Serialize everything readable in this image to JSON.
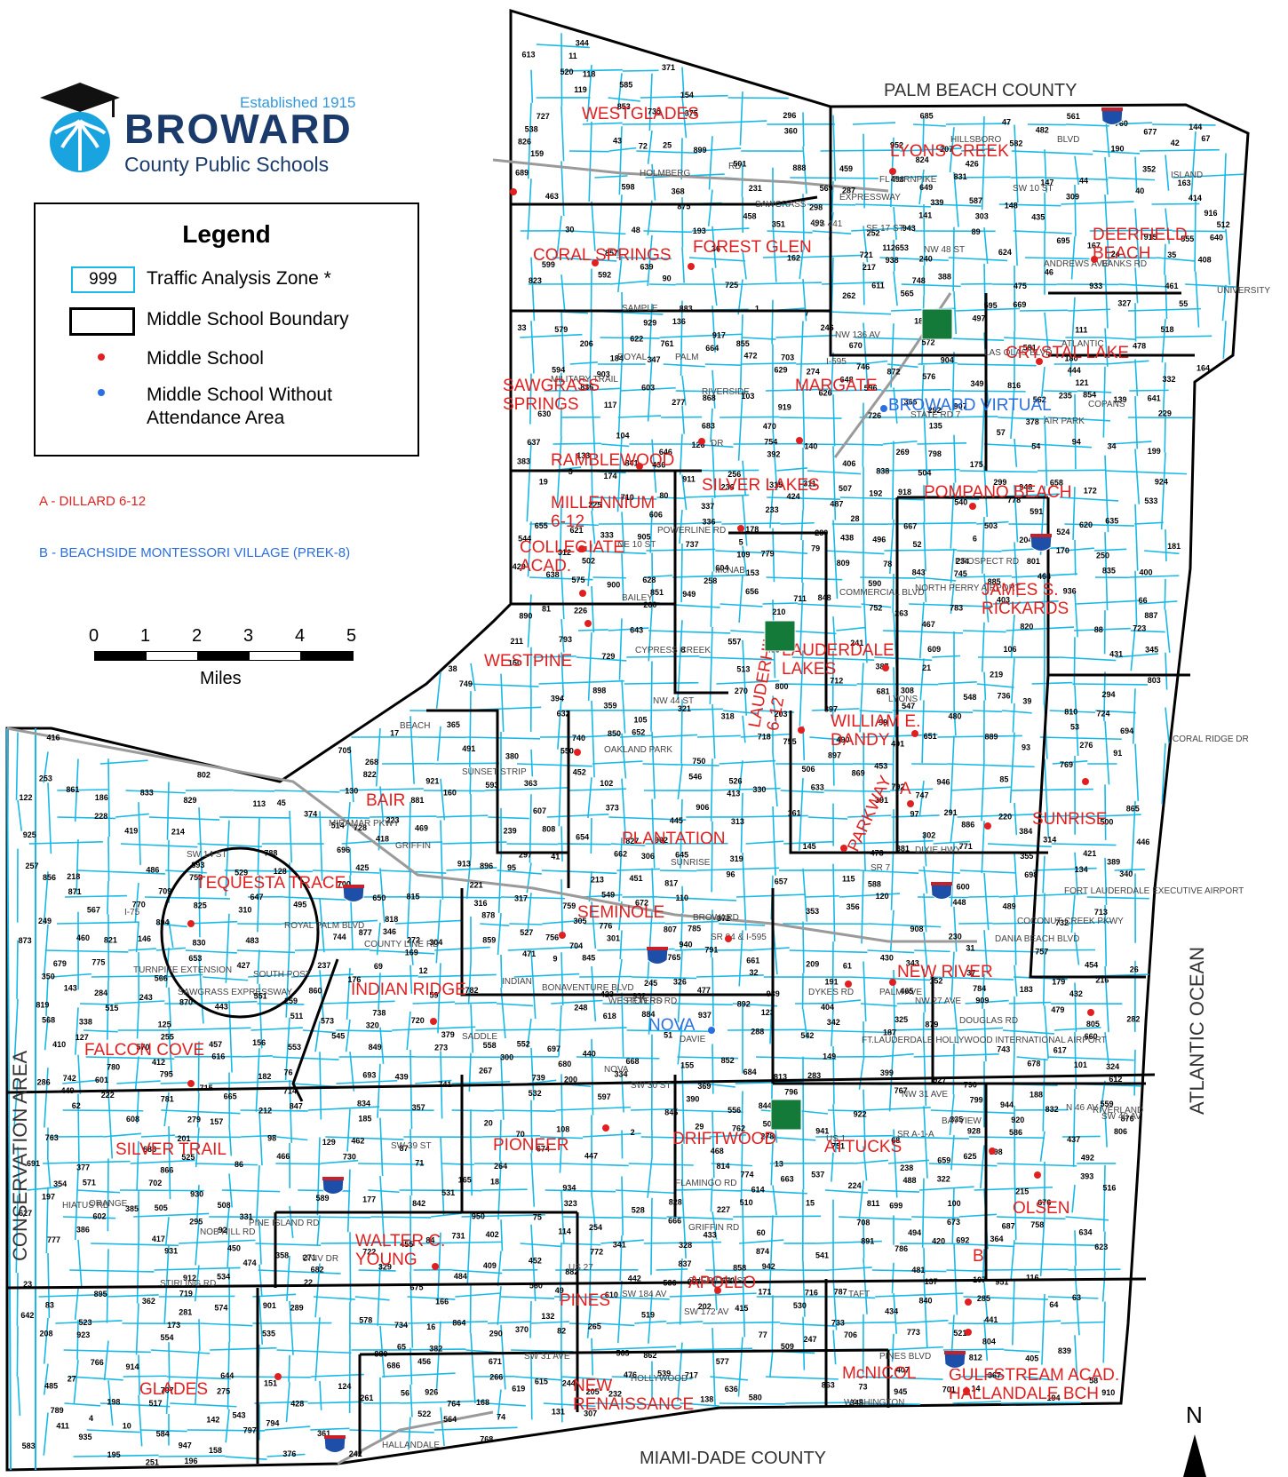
{
  "logo": {
    "established": "Established 1915",
    "name": "BROWARD",
    "subtitle": "County Public Schools",
    "emblem_icon": "apple-palm-graduation-cap-icon"
  },
  "legend": {
    "title": "Legend",
    "taz_sample": "999",
    "taz_label": "Traffic Analysis Zone *",
    "boundary_label": "Middle School Boundary",
    "school_label": "Middle School",
    "no_area_label": "Middle School Without Attendance Area"
  },
  "notes": {
    "a": "A - DILLARD 6-12",
    "b": "B - BEACHSIDE MONTESSORI VILLAGE (PREK-8)"
  },
  "scale": {
    "ticks": [
      "0",
      "1",
      "2",
      "3",
      "4",
      "5"
    ],
    "unit": "Miles"
  },
  "map_labels": {
    "palm_beach": "PALM BEACH COUNTY",
    "miami_dade": "MIAMI-DADE COUNTY",
    "atlantic": "ATLANTIC OCEAN",
    "conservation": "CONSERVATION AREA",
    "north": "N"
  },
  "colors": {
    "taz_line": "#19b8e6",
    "boundary": "#000000",
    "school_label": "#e02020",
    "school_dot": "#e02020",
    "no_area": "#2a6fe0",
    "road": "#9a9a9a",
    "logo_navy": "#1a3a6b"
  },
  "schools": [
    {
      "name": "WESTGLADES"
    },
    {
      "name": "LYONS CREEK"
    },
    {
      "name": "CORAL SPRINGS"
    },
    {
      "name": "FOREST GLEN"
    },
    {
      "name": "DEERFIELD BEACH"
    },
    {
      "name": "CRYSTAL LAKE"
    },
    {
      "name": "SAWGRASS SPRINGS"
    },
    {
      "name": "MARGATE"
    },
    {
      "name": "RAMBLEWOOD"
    },
    {
      "name": "POMPANO BEACH"
    },
    {
      "name": "SILVER LAKES"
    },
    {
      "name": "MILLENNIUM 6-12"
    },
    {
      "name": "COLLEGIATE ACAD."
    },
    {
      "name": "JAMES S. RICKARDS"
    },
    {
      "name": "LAUDERDALE LAKES"
    },
    {
      "name": "WESTPINE"
    },
    {
      "name": "WILLIAM E. DANDY"
    },
    {
      "name": "LAUDERHILL 6-12"
    },
    {
      "name": "BAIR"
    },
    {
      "name": "PLANTATION"
    },
    {
      "name": "SUNRISE"
    },
    {
      "name": "TEQUESTA TRACE"
    },
    {
      "name": "PARKWAY"
    },
    {
      "name": "SEMINOLE"
    },
    {
      "name": "INDIAN RIDGE"
    },
    {
      "name": "NEW RIVER"
    },
    {
      "name": "FALCON COVE"
    },
    {
      "name": "SILVER TRAIL"
    },
    {
      "name": "PIONEER"
    },
    {
      "name": "DRIFTWOOD"
    },
    {
      "name": "ATTUCKS"
    },
    {
      "name": "OLSEN"
    },
    {
      "name": "WALTER C. YOUNG"
    },
    {
      "name": "APOLLO"
    },
    {
      "name": "PINES"
    },
    {
      "name": "GLADES"
    },
    {
      "name": "NEW RENAISSANCE"
    },
    {
      "name": "McNICOL"
    },
    {
      "name": "GULFSTREAM ACAD. HALLANDALE BCH"
    },
    {
      "name": "A"
    },
    {
      "name": "B"
    }
  ],
  "no_area_schools": [
    {
      "name": "BROWARD VIRTUAL"
    },
    {
      "name": "NOVA"
    }
  ],
  "roads": [
    {
      "name": "HILLSBORO"
    },
    {
      "name": "BLVD"
    },
    {
      "name": "SW 10 ST"
    },
    {
      "name": "HOLMBERG"
    },
    {
      "name": "RD"
    },
    {
      "name": "SAWGRASS"
    },
    {
      "name": "EXPRESSWAY"
    },
    {
      "name": "NW 48 ST"
    },
    {
      "name": "SAMPLE"
    },
    {
      "name": "ROYAL"
    },
    {
      "name": "PALM"
    },
    {
      "name": "RIVERSIDE"
    },
    {
      "name": "DR"
    },
    {
      "name": "ATLANTIC"
    },
    {
      "name": "COPANS"
    },
    {
      "name": "AIR PARK"
    },
    {
      "name": "NE 10 ST"
    },
    {
      "name": "McNAB"
    },
    {
      "name": "BAILEY"
    },
    {
      "name": "COMMERCIAL BLVD"
    },
    {
      "name": "PROSPECT RD"
    },
    {
      "name": "CYPRESS CREEK"
    },
    {
      "name": "NW 44 ST"
    },
    {
      "name": "OAKLAND PARK"
    },
    {
      "name": "SUNSET STRIP"
    },
    {
      "name": "SUNRISE"
    },
    {
      "name": "BROWARD"
    },
    {
      "name": "SR 84 & I-595"
    },
    {
      "name": "PETERS RD"
    },
    {
      "name": "DAVIE"
    },
    {
      "name": "NOVA"
    },
    {
      "name": "SW 30 ST"
    },
    {
      "name": "SW 39 ST"
    },
    {
      "name": "ORANGE"
    },
    {
      "name": "GRIFFIN RD"
    },
    {
      "name": "STIRLING RD"
    },
    {
      "name": "SHERIDAN ST"
    },
    {
      "name": "TAFT"
    },
    {
      "name": "PINES BLVD"
    },
    {
      "name": "HOLLYWOOD"
    },
    {
      "name": "WASHINGTON"
    },
    {
      "name": "HALLANDALE"
    },
    {
      "name": "BEACH"
    },
    {
      "name": "MIRAMAR PKWY"
    },
    {
      "name": "COUNTY LINE RD"
    },
    {
      "name": "TURNPIKE EXTENSION"
    },
    {
      "name": "SAWGRASS EXPRESSWAY"
    },
    {
      "name": "I-75"
    },
    {
      "name": "SW 14 ST"
    },
    {
      "name": "SOUTH POST"
    },
    {
      "name": "ROYAL PALM BLVD"
    },
    {
      "name": "SADDLE"
    },
    {
      "name": "INDIAN"
    },
    {
      "name": "BONAVENTURE BLVD"
    },
    {
      "name": "WESTON RD"
    },
    {
      "name": "FLAMINGO RD"
    },
    {
      "name": "HIATUS RD"
    },
    {
      "name": "NOB HILL RD"
    },
    {
      "name": "PINE ISLAND RD"
    },
    {
      "name": "UNIV DR"
    },
    {
      "name": "US 27"
    },
    {
      "name": "SW 184 AV"
    },
    {
      "name": "SW 172 AV"
    },
    {
      "name": "DYKES RD"
    },
    {
      "name": "PALM AVE"
    },
    {
      "name": "DOUGLAS RD"
    },
    {
      "name": "NORTH PERRY AIRPORT"
    },
    {
      "name": "STATE RD 7"
    },
    {
      "name": "RIVERLAND"
    },
    {
      "name": "FT.LAUDERDALE HOLLYWOOD INTERNATIONAL AIRPORT"
    },
    {
      "name": "FORT LAUDERDALE EXECUTIVE AIRPORT"
    },
    {
      "name": "COCONUT CREEK PKWY"
    },
    {
      "name": "DANIA BEACH BLVD"
    },
    {
      "name": "GRIFFIN"
    },
    {
      "name": "LAS OLAS BLVD"
    },
    {
      "name": "ANDREWS AVE"
    },
    {
      "name": "SE 17 ST"
    },
    {
      "name": "I-595"
    },
    {
      "name": "NW 136 AV"
    },
    {
      "name": "POWERLINE RD"
    },
    {
      "name": "MILITARY TRAIL"
    },
    {
      "name": "FL TURNPIKE"
    },
    {
      "name": "US 441"
    },
    {
      "name": "BANKS RD"
    },
    {
      "name": "ISLAND"
    },
    {
      "name": "UNIVERSITY"
    },
    {
      "name": "CORAL RIDGE DR"
    },
    {
      "name": "LYONS"
    },
    {
      "name": "SR 7"
    },
    {
      "name": "DIXIE HWY"
    },
    {
      "name": "US 1"
    },
    {
      "name": "SR A-1-A"
    },
    {
      "name": "BAYVIEW"
    },
    {
      "name": "NW 31 AVE"
    },
    {
      "name": "NW 27 AVE"
    },
    {
      "name": "SW 31 AVE"
    },
    {
      "name": "SW 40 AV"
    },
    {
      "name": "N 46 AV"
    },
    {
      "name": "PARK RD"
    },
    {
      "name": "RAVENSWOOD"
    },
    {
      "name": "SW 30 AVE"
    },
    {
      "name": "RED RD"
    },
    {
      "name": "OLD DIXIE"
    },
    {
      "name": "FEDERAL"
    }
  ],
  "zones": [
    "922",
    "43",
    "903",
    "40",
    "39",
    "933",
    "38",
    "37",
    "36",
    "25",
    "19",
    "18",
    "16",
    "14",
    "3",
    "4",
    "42",
    "44",
    "41",
    "45",
    "932",
    "47",
    "26",
    "28",
    "2",
    "20",
    "21",
    "55",
    "54",
    "53",
    "52",
    "51",
    "50",
    "49",
    "48",
    "24",
    "23",
    "22",
    "9",
    "6",
    "57",
    "58",
    "59",
    "60",
    "61",
    "62",
    "63",
    "32",
    "31",
    "30",
    "69",
    "74",
    "73",
    "10",
    "56",
    "103",
    "102",
    "65",
    "64",
    "33",
    "34",
    "35",
    "71",
    "75",
    "76",
    "77",
    "79",
    "107",
    "104",
    "105",
    "108",
    "106",
    "109",
    "110",
    "111",
    "112653",
    "113",
    "88",
    "87",
    "83",
    "904",
    "193",
    "188",
    "180",
    "172",
    "170",
    "163",
    "162",
    "159",
    "158",
    "121",
    "114",
    "89",
    "90",
    "905",
    "194",
    "189",
    "190",
    "183",
    "181",
    "171",
    "173",
    "164",
    "166",
    "165",
    "160",
    "161",
    "221",
    "120",
    "118",
    "117",
    "115",
    "97",
    "96",
    "95",
    "91",
    "94",
    "92",
    "86",
    "85",
    "894",
    "195",
    "191",
    "186",
    "182",
    "174",
    "168",
    "167",
    "169",
    "218",
    "219",
    "212",
    "220",
    "222",
    "123",
    "124",
    "125",
    "127",
    "126",
    "116",
    "119",
    "98",
    "101",
    "100",
    "93",
    "149",
    "192",
    "185",
    "187",
    "184",
    "178",
    "177",
    "175",
    "176",
    "213",
    "214",
    "217",
    "216",
    "215",
    "224",
    "211",
    "141",
    "142",
    "143",
    "147",
    "145",
    "134",
    "137",
    "129",
    "154",
    "155",
    "156",
    "151",
    "150",
    "386",
    "205",
    "204",
    "206",
    "196",
    "197",
    "198",
    "199",
    "200",
    "208",
    "209",
    "207",
    "210",
    "225",
    "466",
    "465",
    "453",
    "454",
    "452",
    "130",
    "131",
    "157",
    "907",
    "391",
    "901",
    "390",
    "389",
    "387",
    "931",
    "203",
    "202",
    "201",
    "392",
    "906",
    "317",
    "231",
    "232",
    "229",
    "467",
    "469",
    "470",
    "459",
    "456",
    "404",
    "133",
    "892",
    "394",
    "393",
    "385",
    "388",
    "233",
    "234",
    "226",
    "227",
    "230",
    "235",
    "236",
    "238",
    "239",
    "243",
    "468",
    "458",
    "401",
    "402",
    "400",
    "399",
    "398",
    "418",
    "416",
    "417",
    "420",
    "397",
    "419",
    "908",
    "430",
    "432",
    "431",
    "909",
    "424",
    "423",
    "237",
    "242",
    "244",
    "476",
    "473",
    "472",
    "471",
    "461",
    "463",
    "464",
    "406",
    "405",
    "403",
    "414",
    "412",
    "413",
    "433",
    "434",
    "435",
    "436",
    "421",
    "425",
    "240",
    "241",
    "896",
    "898",
    "475",
    "462",
    "500",
    "407",
    "408",
    "409",
    "410",
    "411",
    "415",
    "437",
    "438",
    "440",
    "441",
    "442",
    "443",
    "444",
    "445",
    "910",
    "428",
    "926",
    "450",
    "449",
    "451",
    "446",
    "447",
    "448",
    "452",
    "253",
    "252",
    "251",
    "246",
    "245",
    "937",
    "479",
    "478",
    "489",
    "952",
    "487",
    "493",
    "494",
    "495",
    "499",
    "498",
    "497",
    "501",
    "502",
    "503",
    "504",
    "505",
    "506",
    "439",
    "265",
    "264",
    "263",
    "262",
    "260",
    "259",
    "258",
    "257",
    "256",
    "255",
    "254",
    "250",
    "248",
    "247",
    "477",
    "515",
    "490",
    "491",
    "492",
    "514",
    "513",
    "509",
    "510",
    "507",
    "511",
    "496",
    "266",
    "267",
    "268",
    "269",
    "270",
    "271",
    "272",
    "273",
    "274",
    "275",
    "276",
    "277",
    "278",
    "279",
    "280",
    "281",
    "282",
    "283",
    "284",
    "285",
    "286",
    "287",
    "288",
    "289",
    "290",
    "291",
    "292",
    "293",
    "294",
    "295",
    "296",
    "297",
    "298",
    "299",
    "300",
    "301",
    "302",
    "303",
    "304",
    "305",
    "306",
    "307",
    "308",
    "309",
    "310",
    "311",
    "312",
    "313",
    "314",
    "315",
    "316",
    "318",
    "319",
    "320",
    "321",
    "322",
    "323",
    "324",
    "325",
    "326",
    "327",
    "328",
    "329",
    "330",
    "331",
    "332",
    "333",
    "334",
    "335",
    "336",
    "337",
    "338",
    "339",
    "340",
    "341",
    "342",
    "343",
    "344",
    "345",
    "346",
    "347",
    "348",
    "349",
    "350",
    "351",
    "352",
    "353",
    "354",
    "355",
    "356",
    "357",
    "358",
    "359",
    "360",
    "361",
    "362",
    "363",
    "364",
    "365",
    "366",
    "367",
    "368",
    "369",
    "370",
    "371",
    "372",
    "373",
    "374",
    "375",
    "376",
    "377",
    "378",
    "379",
    "380",
    "381",
    "382",
    "383",
    "384",
    "482",
    "483",
    "481",
    "480",
    "484",
    "485",
    "486",
    "516",
    "512",
    "517",
    "518",
    "519",
    "520",
    "521",
    "522",
    "523",
    "524",
    "525",
    "526",
    "527",
    "528",
    "529",
    "530",
    "531",
    "532",
    "533",
    "534",
    "535",
    "536",
    "537",
    "538",
    "539",
    "540",
    "541",
    "542",
    "543",
    "544",
    "545",
    "546",
    "547",
    "548",
    "549",
    "550",
    "551",
    "552",
    "553",
    "554",
    "555",
    "556",
    "557",
    "558",
    "559",
    "560",
    "561",
    "562",
    "563",
    "564",
    "565",
    "566",
    "567",
    "568",
    "569",
    "570",
    "571",
    "572",
    "573",
    "574",
    "575",
    "576",
    "577",
    "578",
    "579",
    "580",
    "581",
    "582",
    "583",
    "584",
    "585",
    "586",
    "587",
    "588",
    "589",
    "590",
    "591",
    "592",
    "593",
    "594",
    "595",
    "596",
    "597",
    "598",
    "599",
    "600",
    "601",
    "602",
    "603",
    "604",
    "605",
    "606",
    "607",
    "608",
    "609",
    "610",
    "611",
    "612",
    "613",
    "614",
    "615",
    "616",
    "617",
    "618",
    "619",
    "620",
    "621",
    "622",
    "623",
    "624",
    "625",
    "626",
    "627",
    "628",
    "629",
    "630",
    "631",
    "632",
    "633",
    "634",
    "635",
    "636",
    "637",
    "638",
    "639",
    "640",
    "641",
    "642",
    "643",
    "644",
    "645",
    "646",
    "647",
    "648",
    "649",
    "650",
    "651",
    "652",
    "653",
    "654",
    "655",
    "656",
    "657",
    "658",
    "659",
    "660",
    "661",
    "662",
    "663",
    "664",
    "665",
    "666",
    "667",
    "668",
    "669",
    "670",
    "671",
    "672",
    "673",
    "674",
    "675",
    "676",
    "677",
    "678",
    "679",
    "680",
    "681",
    "682",
    "683",
    "684",
    "685",
    "686",
    "687",
    "688",
    "689",
    "690",
    "691",
    "692",
    "693",
    "694",
    "695",
    "696",
    "697",
    "698",
    "699",
    "700",
    "701",
    "702",
    "703",
    "704",
    "705",
    "706",
    "707",
    "708",
    "709",
    "710",
    "711",
    "712",
    "713",
    "714",
    "715",
    "716",
    "717",
    "718",
    "719",
    "720",
    "721",
    "722",
    "723",
    "724",
    "725",
    "726",
    "727",
    "728",
    "729",
    "730",
    "731",
    "732",
    "733",
    "734",
    "735",
    "736",
    "737",
    "738",
    "739",
    "740",
    "741",
    "742",
    "743",
    "744",
    "745",
    "746",
    "747",
    "748",
    "749",
    "750",
    "751",
    "752",
    "753",
    "754",
    "755",
    "756",
    "757",
    "758",
    "759",
    "760",
    "761",
    "762",
    "763",
    "764",
    "765",
    "766",
    "767",
    "768",
    "769",
    "770",
    "771",
    "772",
    "773",
    "774",
    "775",
    "776",
    "777",
    "778",
    "779",
    "780",
    "781",
    "782",
    "783",
    "784",
    "785",
    "786",
    "787",
    "788",
    "789",
    "790",
    "791",
    "792",
    "793",
    "794",
    "795",
    "796",
    "797",
    "798",
    "799",
    "800",
    "801",
    "802",
    "803",
    "804",
    "805",
    "806",
    "807",
    "808",
    "809",
    "810",
    "811",
    "812",
    "813",
    "814",
    "815",
    "816",
    "817",
    "818",
    "819",
    "820",
    "821",
    "822",
    "823",
    "824",
    "825",
    "826",
    "827",
    "828",
    "829",
    "830",
    "831",
    "832",
    "833",
    "834",
    "835",
    "836",
    "837",
    "838",
    "839",
    "840",
    "841",
    "842",
    "843",
    "844",
    "845",
    "846",
    "847",
    "848",
    "849",
    "850",
    "851",
    "852",
    "853",
    "854",
    "855",
    "856",
    "857",
    "858",
    "859",
    "860",
    "861",
    "862",
    "863",
    "864",
    "865",
    "866",
    "867",
    "868",
    "869",
    "870",
    "871",
    "872",
    "873",
    "874",
    "875",
    "876",
    "877",
    "878",
    "879",
    "880",
    "881",
    "882",
    "883",
    "884",
    "885",
    "886",
    "887",
    "888",
    "889",
    "890",
    "891",
    "893",
    "895",
    "897",
    "899",
    "900",
    "902",
    "911",
    "912",
    "913",
    "914",
    "915",
    "916",
    "917",
    "918",
    "919",
    "920",
    "921",
    "923",
    "924",
    "925",
    "927",
    "928",
    "929",
    "930",
    "934",
    "935",
    "936",
    "938",
    "939",
    "940",
    "941",
    "942",
    "943",
    "944",
    "945",
    "946",
    "947",
    "948",
    "949",
    "950",
    "951",
    "1",
    "5",
    "7",
    "8",
    "11",
    "12",
    "13",
    "15",
    "17",
    "27",
    "29",
    "46",
    "66",
    "67",
    "68",
    "70",
    "72",
    "78",
    "80",
    "81",
    "82",
    "84",
    "99",
    "122",
    "128",
    "132",
    "135",
    "136",
    "138",
    "139",
    "140",
    "144",
    "146",
    "148",
    "152",
    "153",
    "179",
    "223",
    "228",
    "249",
    "261",
    "426",
    "427",
    "429",
    "455",
    "457",
    "460",
    "474",
    "488",
    "508"
  ]
}
